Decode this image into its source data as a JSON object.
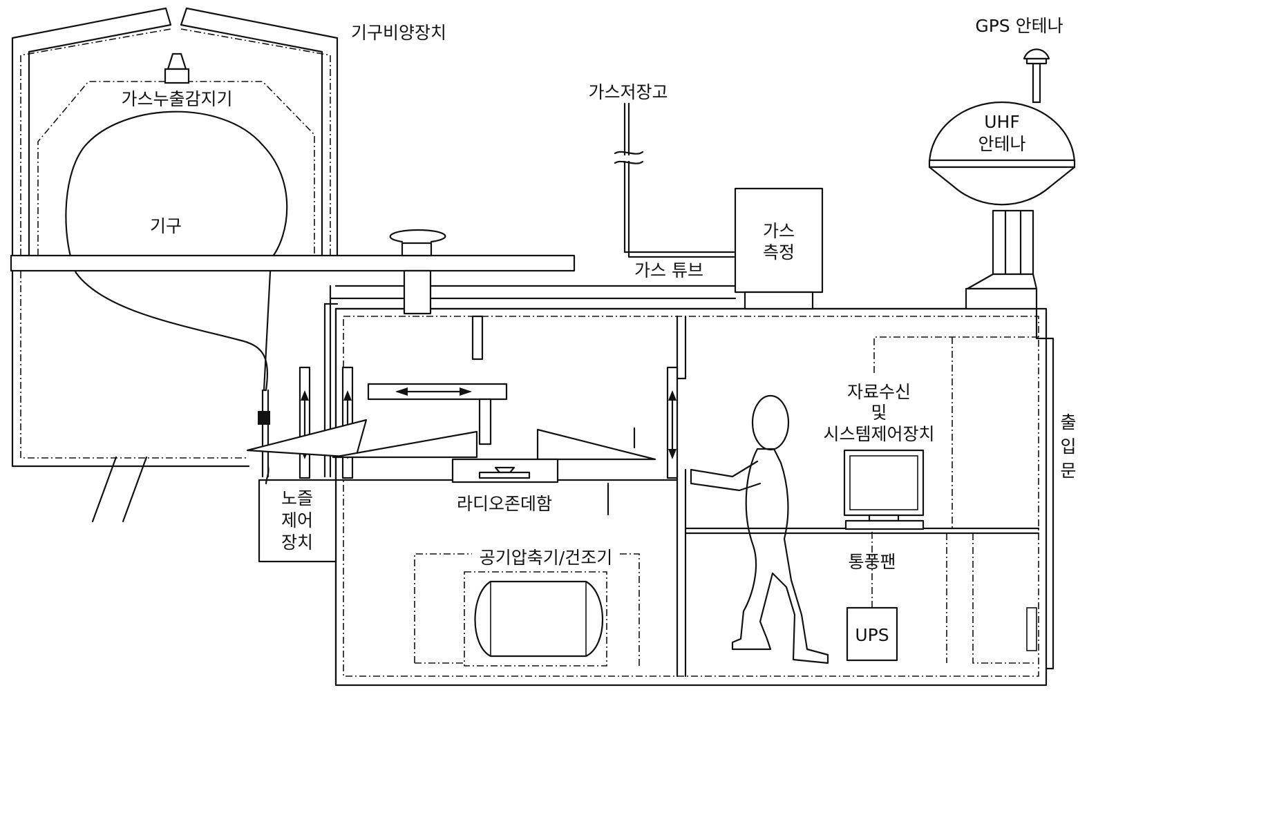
{
  "labels": {
    "balloon_launcher": "기구비양장치",
    "gas_leak_detector": "가스누출감지기",
    "balloon": "기구",
    "gas_storage": "가스저장고",
    "gas_measurement": [
      "가스",
      "측정"
    ],
    "gas_tube": "가스 튜브",
    "gps_antenna": "GPS 안테나",
    "uhf_antenna": [
      "UHF",
      "안테나"
    ],
    "nozzle_control": [
      "노즐",
      "제어",
      "장치"
    ],
    "radiosonde_box": "라디오존데함",
    "air_compressor": "공기압축기/건조기",
    "data_receiver": [
      "자료수신",
      "및",
      "시스템제어장치"
    ],
    "entrance": [
      "출",
      "입",
      "문"
    ],
    "vent_fan": "통풍팬",
    "ups": "UPS"
  }
}
